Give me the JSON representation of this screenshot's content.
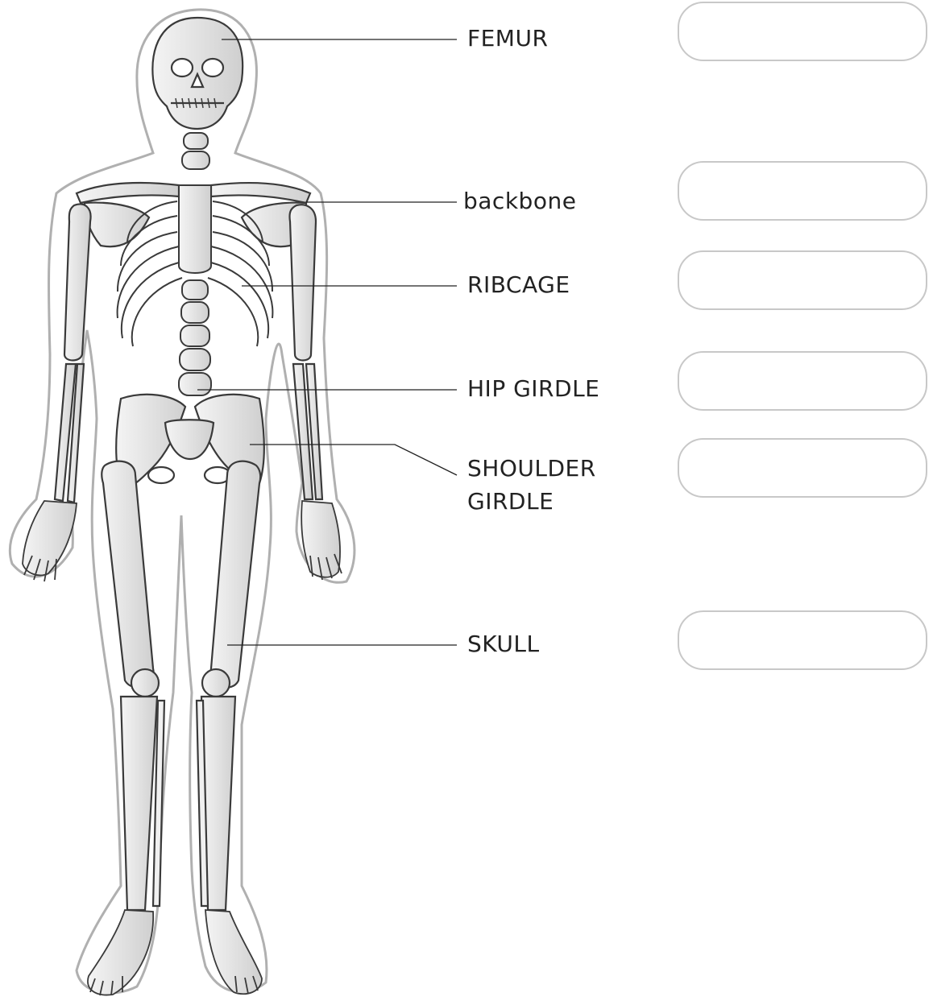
{
  "labels": [
    {
      "id": "femur",
      "text": "FEMUR"
    },
    {
      "id": "backbone",
      "text": "backbone"
    },
    {
      "id": "ribcage",
      "text": "RIBCAGE"
    },
    {
      "id": "hip-girdle",
      "text": "HIP GIRDLE"
    },
    {
      "id": "shoulder-girdle",
      "text": "SHOULDER\nGIRDLE"
    },
    {
      "id": "skull",
      "text": "SKULL"
    }
  ],
  "answer_boxes": [
    {
      "value": ""
    },
    {
      "value": ""
    },
    {
      "value": ""
    },
    {
      "value": ""
    },
    {
      "value": ""
    },
    {
      "value": ""
    }
  ],
  "colors": {
    "bone_fill": "#e4e4e4",
    "outline": "#3a3a3a",
    "halo": "#bdbdbd",
    "box_border": "#c8c8c8"
  }
}
